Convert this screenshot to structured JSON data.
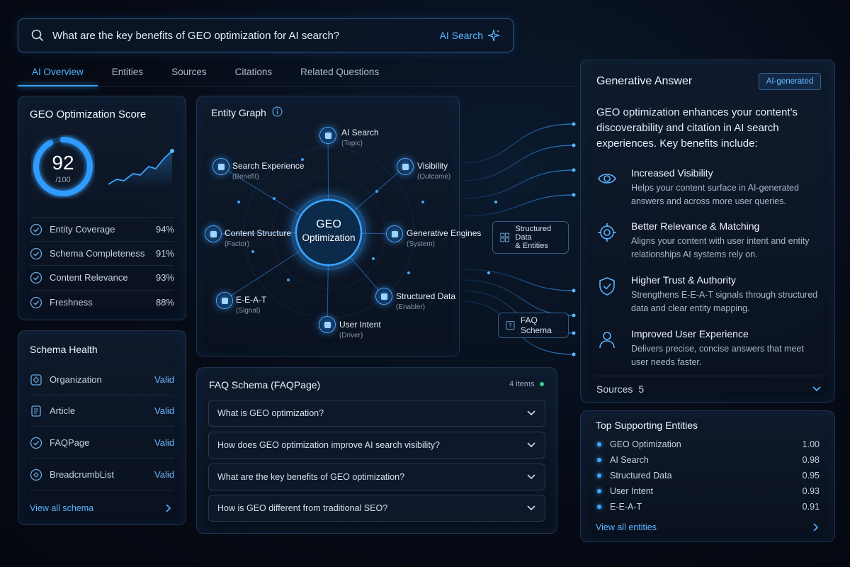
{
  "search": {
    "query": "What are the key benefits of GEO optimization for AI search?",
    "ai_label": "AI Search"
  },
  "tabs": [
    {
      "label": "AI Overview",
      "active": true
    },
    {
      "label": "Entities"
    },
    {
      "label": "Sources"
    },
    {
      "label": "Citations"
    },
    {
      "label": "Related Questions"
    }
  ],
  "score": {
    "title": "GEO Optimization Score",
    "value": "92",
    "max": "/100",
    "fraction": 0.92,
    "metrics": [
      {
        "label": "Entity Coverage",
        "value": "94%"
      },
      {
        "label": "Schema Completeness",
        "value": "91%"
      },
      {
        "label": "Content Relevance",
        "value": "93%"
      },
      {
        "label": "Freshness",
        "value": "88%"
      }
    ]
  },
  "schema": {
    "title": "Schema Health",
    "items": [
      {
        "label": "Organization",
        "status": "Valid"
      },
      {
        "label": "Article",
        "status": "Valid"
      },
      {
        "label": "FAQPage",
        "status": "Valid"
      },
      {
        "label": "BreadcrumbList",
        "status": "Valid"
      }
    ],
    "view_all": "View all schema"
  },
  "graph": {
    "title": "Entity Graph",
    "center_line1": "GEO",
    "center_line2": "Optimization",
    "nodes": [
      {
        "label": "AI Search",
        "sub": "(Topic)"
      },
      {
        "label": "Search Experience",
        "sub": "(Benefit)"
      },
      {
        "label": "Visibility",
        "sub": "(Outcome)"
      },
      {
        "label": "Content Structure",
        "sub": "(Factor)"
      },
      {
        "label": "Generative Engines",
        "sub": "(System)"
      },
      {
        "label": "E-E-A-T",
        "sub": "(Signal)"
      },
      {
        "label": "Structured Data",
        "sub": "(Enabler)"
      },
      {
        "label": "User Intent",
        "sub": "(Driver)"
      }
    ]
  },
  "float_boxes": {
    "structured_line1": "Structured Data",
    "structured_line2": "& Entities",
    "faq": "FAQ Schema"
  },
  "faq": {
    "title": "FAQ Schema (FAQPage)",
    "count": "4 items",
    "items": [
      "What is GEO optimization?",
      "How does GEO optimization improve AI search visibility?",
      "What are the key benefits of GEO optimization?",
      "How is GEO different from traditional SEO?"
    ]
  },
  "answer": {
    "title": "Generative Answer",
    "badge": "AI-generated",
    "intro": "GEO optimization enhances your content’s discoverability and citation in AI search experiences. Key benefits include:",
    "benefits": [
      {
        "title": "Increased Visibility",
        "desc": "Helps your content surface in AI-generated answers and across more user queries.",
        "icon": "eye-icon"
      },
      {
        "title": "Better Relevance & Matching",
        "desc": "Aligns your content with user intent and entity relationships AI systems rely on.",
        "icon": "target-icon"
      },
      {
        "title": "Higher Trust & Authority",
        "desc": "Strengthens E-E-A-T signals through structured data and clear entity mapping.",
        "icon": "shield-check-icon"
      },
      {
        "title": "Improved User Experience",
        "desc": "Delivers precise, concise answers that meet user needs faster.",
        "icon": "user-icon"
      }
    ],
    "sources_label": "Sources",
    "sources_count": "5"
  },
  "entities": {
    "title": "Top Supporting Entities",
    "items": [
      {
        "label": "GEO Optimization",
        "score": "1.00"
      },
      {
        "label": "AI Search",
        "score": "0.98"
      },
      {
        "label": "Structured Data",
        "score": "0.95"
      },
      {
        "label": "User Intent",
        "score": "0.93"
      },
      {
        "label": "E-E-A-T",
        "score": "0.91"
      }
    ],
    "view_all": "View all entities"
  },
  "colors": {
    "accent": "#3aa6ff",
    "valid": "#6bb7ff",
    "panel_border": "#2f4a6e"
  }
}
